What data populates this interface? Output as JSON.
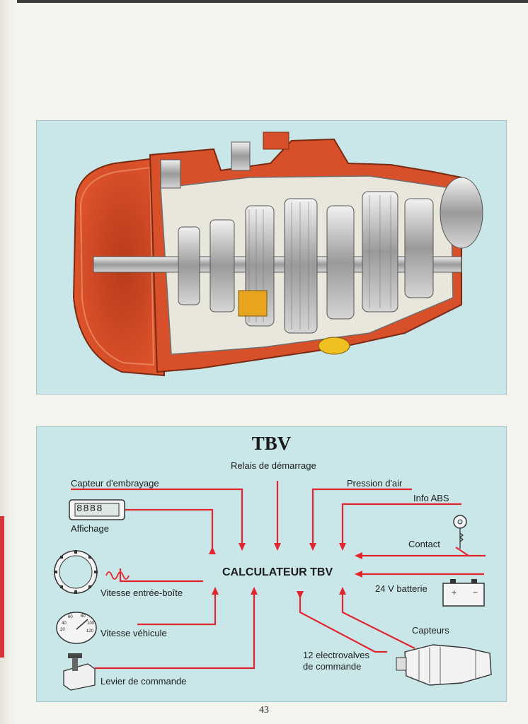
{
  "diagram": {
    "title": "TBV",
    "center": "CALCULATEUR TBV",
    "labels": {
      "relais": "Relais de démarrage",
      "capteur_embrayage": "Capteur d'embrayage",
      "pression_air": "Pression d'air",
      "info_abs": "Info ABS",
      "affichage": "Affichage",
      "contact": "Contact",
      "vitesse_entree": "Vitesse entrée-boîte",
      "batterie": "24 V batterie",
      "vitesse_vehicule": "Vitesse véhicule",
      "capteurs": "Capteurs",
      "electrovalves_1": "12 electrovalves",
      "electrovalves_2": "de commande",
      "levier": "Levier de commande"
    },
    "gauge_ticks": [
      "20",
      "40",
      "60",
      "80",
      "100",
      "120"
    ],
    "display_digits": "8888",
    "line_color": "#e0262e"
  },
  "page": {
    "number": "43"
  }
}
